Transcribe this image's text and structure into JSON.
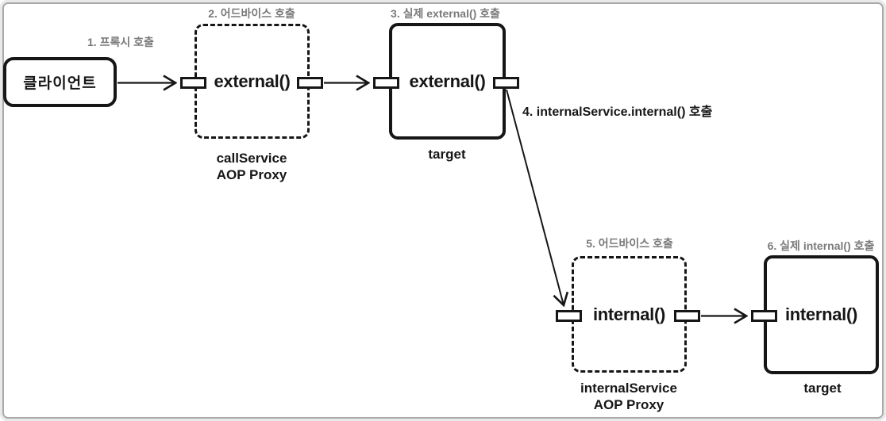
{
  "steps": {
    "s1": "1. 프록시 호출",
    "s2": "2. 어드바이스 호출",
    "s3": "3. 실제 external() 호출",
    "s4": "4. internalService.internal() 호출",
    "s5": "5. 어드바이스 호출",
    "s6": "6. 실제 internal() 호출"
  },
  "nodes": {
    "client": {
      "label": "클라이언트"
    },
    "callServiceProxy": {
      "method": "external()",
      "caption_line1": "callService",
      "caption_line2": "AOP Proxy"
    },
    "externalTarget": {
      "method": "external()",
      "caption": "target"
    },
    "internalServiceProxy": {
      "method": "internal()",
      "caption_line1": "internalService",
      "caption_line2": "AOP Proxy"
    },
    "internalTarget": {
      "method": "internal()",
      "caption": "target"
    }
  },
  "colors": {
    "ink": "#161616",
    "step_label": "#7a7a7a",
    "frame_outer": "#e9e9e9",
    "frame_line": "#a9a9a9",
    "background": "#ffffff"
  }
}
